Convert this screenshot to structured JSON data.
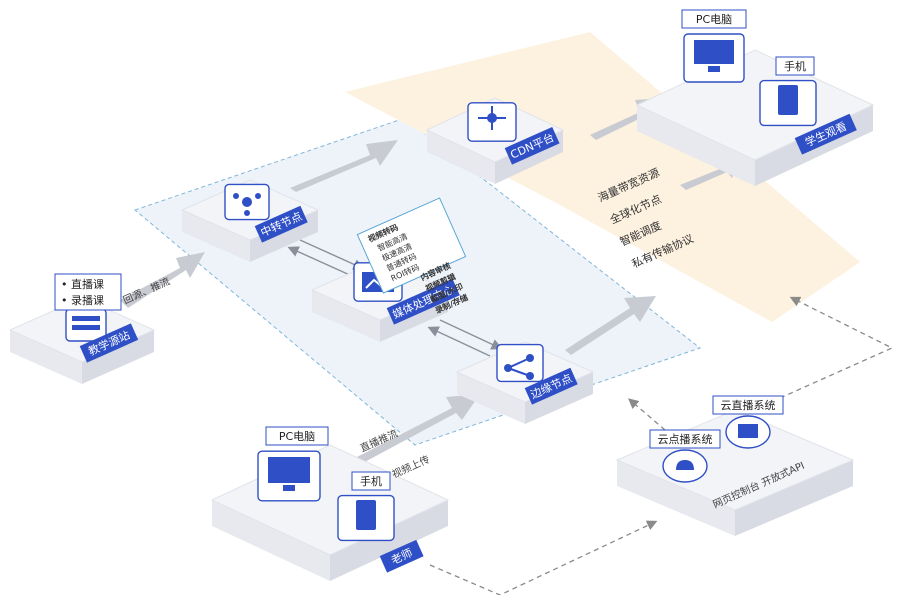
{
  "nodes": {
    "teaching_source": {
      "tag": "教学源站",
      "list": [
        "• 直播课",
        "• 录播课"
      ]
    },
    "relay_node": {
      "tag": "中转节点"
    },
    "media_center": {
      "tag": "媒体处理中心"
    },
    "edge_node": {
      "tag": "边缘节点"
    },
    "cdn_platform": {
      "tag": "CDN平台"
    },
    "student": {
      "tag": "学生观看",
      "pc": "PC电脑",
      "phone": "手机"
    },
    "teacher": {
      "tag": "老师",
      "pc": "PC电脑",
      "phone": "手机"
    },
    "cloud_systems": {
      "vod": "云点播系统",
      "live": "云直播系统",
      "label": "网页控制台  开放式API"
    }
  },
  "media_processing": {
    "transcode_title": "视频转码",
    "transcode_items": [
      "智能高清",
      "极速高清",
      "普通转码",
      "ROI转码"
    ],
    "functions": [
      "内容审核",
      "视频剪辑",
      "截图/水印",
      "录制/存储"
    ]
  },
  "cdn_features": [
    "海量带宽资源",
    "全球化节点",
    "智能调度",
    "私有传输协议"
  ],
  "flows": {
    "source_to_relay": "回源、推流",
    "teacher_push": "直播推流",
    "teacher_upload": "视频上传"
  },
  "colors": {
    "accent": "#2f4fc6",
    "box_top": "#f1f2f6",
    "box_side": "#dcdee6",
    "box_front": "#e7e9ef",
    "cdn_zone": "#fdf1df",
    "arrow": "#c9cbd2"
  }
}
